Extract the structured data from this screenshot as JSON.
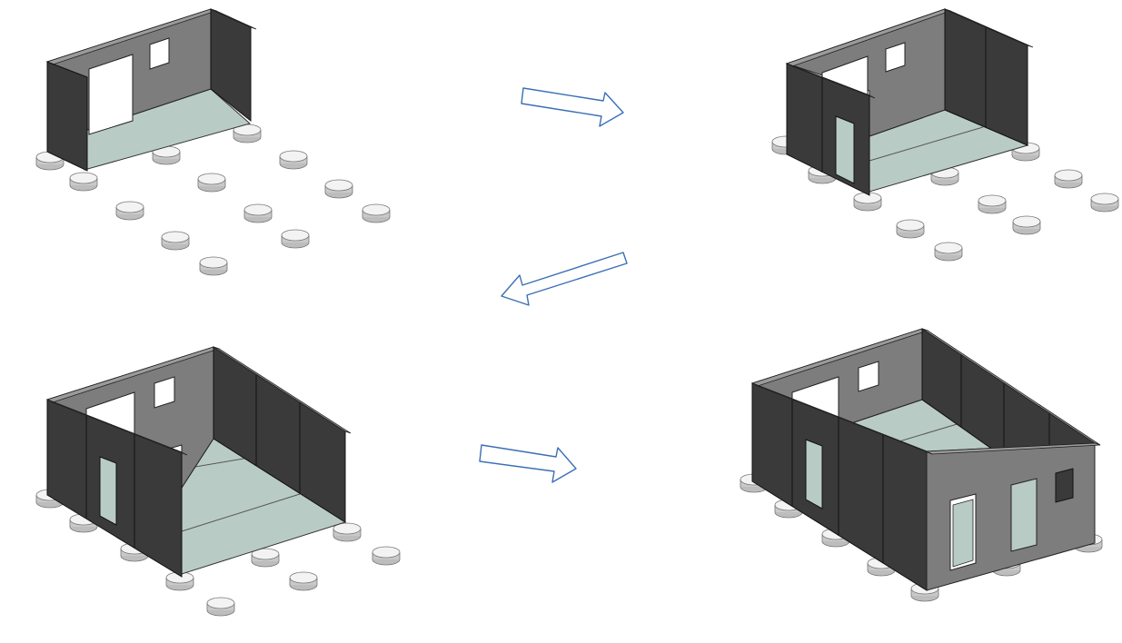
{
  "figure": {
    "description_text": "",
    "stages": [
      {
        "id": 1,
        "wall_segments": 4,
        "window": true,
        "door": false
      },
      {
        "id": 2,
        "wall_segments": 6,
        "window": true,
        "door": true
      },
      {
        "id": 3,
        "wall_segments": 8,
        "window": true,
        "door": true
      },
      {
        "id": 4,
        "wall_segments": 10,
        "window": true,
        "door": true
      }
    ],
    "arrows": [
      {
        "from": 1,
        "to": 2,
        "direction": "right"
      },
      {
        "from": 2,
        "to": 3,
        "direction": "left-down"
      },
      {
        "from": 3,
        "to": 4,
        "direction": "right"
      }
    ]
  },
  "colors": {
    "wall_dark": "#3a3a3a",
    "wall_mid": "#7d7d7d",
    "wall_light": "#9a9a9a",
    "floor": "#b9cbc5",
    "edge": "#222222",
    "pier_top": "#f2f2f2",
    "pier_side": "#bdbdbd",
    "arrow": "#3b6fb6"
  }
}
